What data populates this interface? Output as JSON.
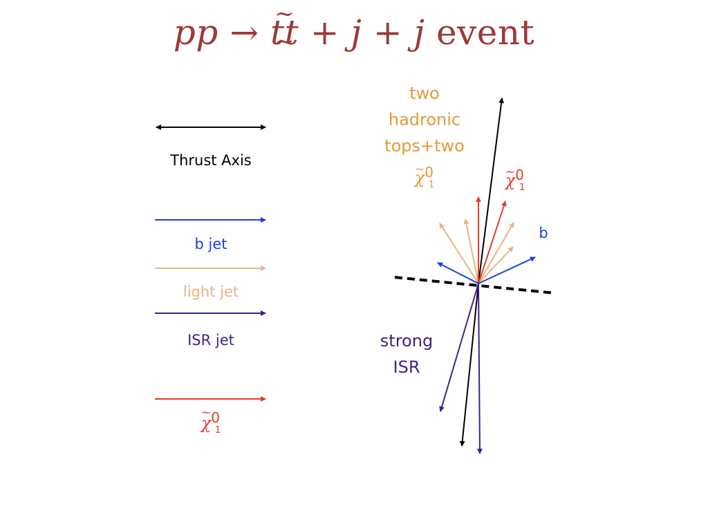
{
  "title": {
    "math_prefix": "pp → ",
    "tt_letters": "tt",
    "tilde": "~ ~",
    "math_suffix": " + j + j",
    "word": " event"
  },
  "legend": {
    "thrust": "Thrust Axis",
    "bjet": "b jet",
    "light": "light jet",
    "isr": "ISR jet",
    "neutralino": {
      "base": "χ",
      "tilde": "~",
      "sup": "0",
      "sub": "1"
    }
  },
  "annotations": {
    "hadronic_lines": [
      "two",
      "hadronic",
      "tops+two"
    ],
    "hadronic_neutralino": {
      "base": "χ",
      "tilde": "~",
      "sup": "0",
      "sub": "1"
    },
    "neutralino": {
      "base": "χ",
      "tilde": "~",
      "sup": "0",
      "sub": "1"
    },
    "b": "b",
    "isr_lines": [
      "strong",
      "ISR"
    ]
  },
  "colors": {
    "title": "#9b3a38",
    "thrust": "#000000",
    "bjet": "#1a3fe0",
    "light": "#e8b483",
    "isr": "#3f1f8c",
    "neutralino": "#e23c25",
    "hadronic_text": "#e49a36"
  }
}
